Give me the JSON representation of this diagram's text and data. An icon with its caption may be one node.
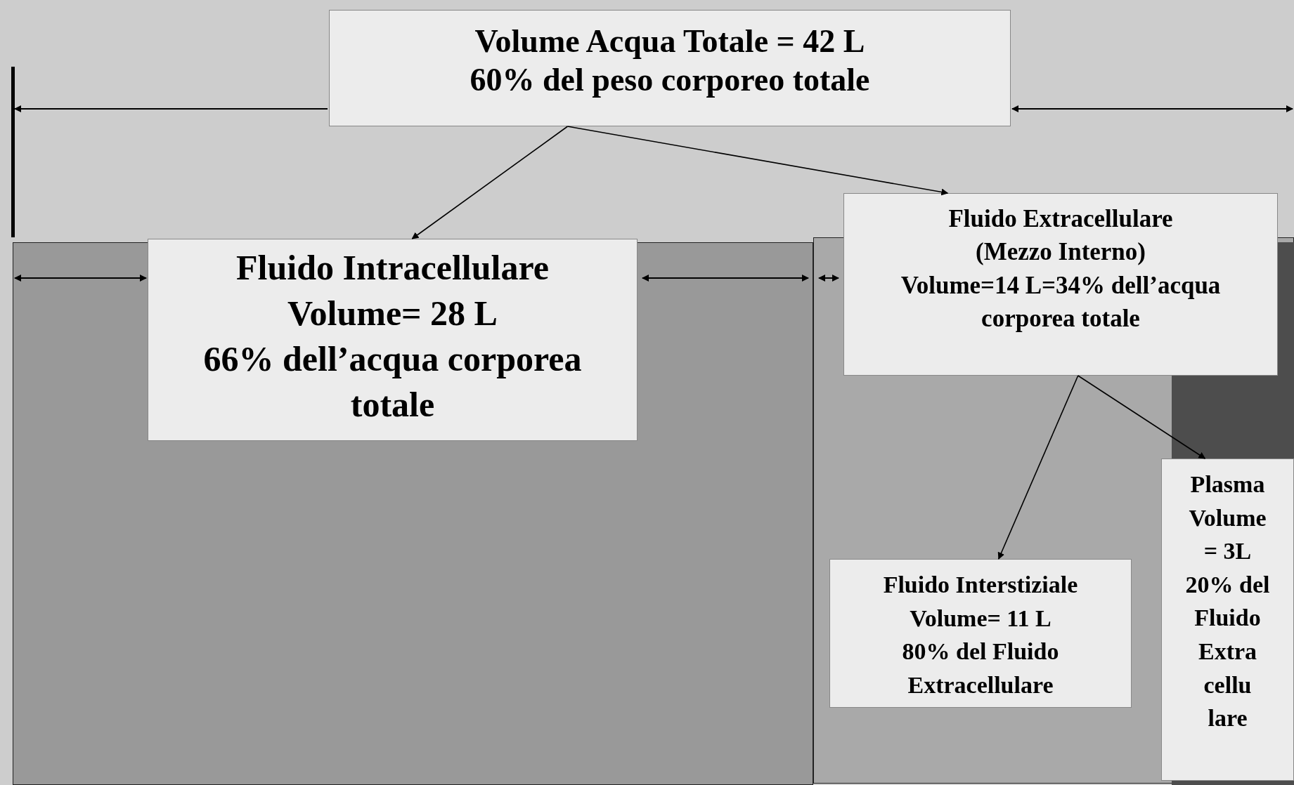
{
  "diagram": {
    "nodes": [
      {
        "text": [
          "Volume Acqua Totale = 42 L",
          "60% del peso corporeo totale"
        ]
      },
      {
        "text": [
          "Fluido Intracellulare",
          "Volume= 28 L",
          "66% dell’acqua corporea totale"
        ]
      },
      {
        "text": [
          "Fluido Extracellulare",
          "(Mezzo Interno)",
          "Volume=14 L=34% dell’acqua corporea totale"
        ]
      },
      {
        "text": [
          "Fluido Interstiziale",
          "Volume= 11 L",
          "80% del Fluido Extracellulare"
        ]
      },
      {
        "text": [
          "Plasma Volume = 3L",
          "20% del Fluido Extra cellu lare"
        ]
      }
    ],
    "edges": [
      {
        "from": 0,
        "to": 1,
        "arrow": "to"
      },
      {
        "from": 0,
        "to": 2,
        "arrow": "to"
      },
      {
        "from": 2,
        "to": 3,
        "arrow": "to"
      },
      {
        "from": 2,
        "to": 4,
        "arrow": "to"
      }
    ]
  }
}
